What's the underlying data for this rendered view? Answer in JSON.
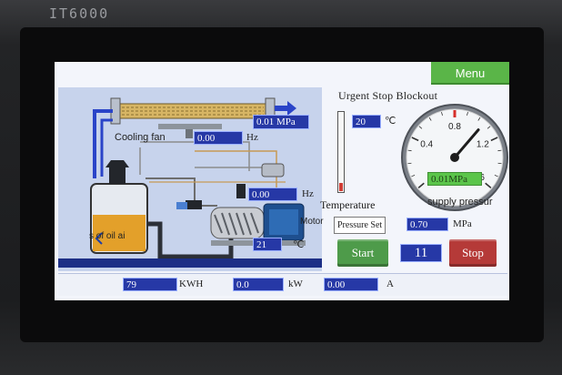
{
  "device": {
    "brand": "IT6000"
  },
  "menu": {
    "label": "Menu"
  },
  "schematic": {
    "labels": {
      "cooling_fan": "Cooling fan",
      "motor": "Motor",
      "oil_air": "s of oil ai"
    },
    "fields": {
      "pressure_top": {
        "value": "0.01 MPa"
      },
      "cooling_fan_hz": {
        "value": "0.00",
        "unit": "Hz"
      },
      "motor_hz": {
        "value": "0.00",
        "unit": "Hz"
      },
      "motor_temp": {
        "value": "21",
        "unit": "℃"
      }
    }
  },
  "panel": {
    "title": "Urgent Stop Blockout",
    "temperature": {
      "value": "20",
      "unit": "℃",
      "label": "Temperature",
      "fill_fraction": 0.1
    },
    "gauge": {
      "readout": "0.01MPa",
      "label": "supply pressur",
      "ticks": [
        "0",
        "0.4",
        "0.8",
        "1.2",
        "1.6"
      ],
      "min": 0,
      "max": 1.6,
      "needle_value": 1.05,
      "red_mark_value": 0.8
    },
    "pressure_set": {
      "label": "Pressure Set",
      "value": "0.70",
      "unit": "MPa"
    },
    "start_label": "Start",
    "stop_label": "Stop",
    "counter": "11"
  },
  "bottom": {
    "energy": {
      "value": "79",
      "unit": "KWH"
    },
    "power": {
      "value": "0.0",
      "unit": "kW"
    },
    "current": {
      "value": "0.00",
      "unit": "A"
    }
  },
  "colors": {
    "field_bg": "#2638a6",
    "menu_green": "#5ab548",
    "start_green": "#4e9b4a",
    "stop_red": "#b53a38",
    "schematic_bg": "#c7d3ec",
    "oil": "#e3a02a"
  }
}
